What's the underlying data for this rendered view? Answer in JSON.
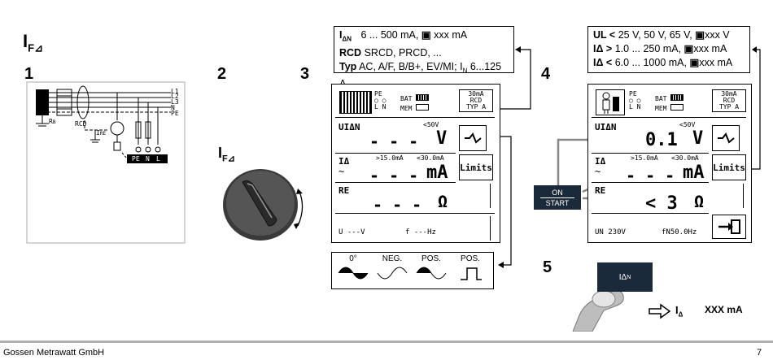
{
  "title_symbol": "I",
  "title_subscript": "F⊿",
  "steps": [
    "1",
    "2",
    "3",
    "4",
    "5"
  ],
  "circuit": {
    "labels": [
      "L1",
      "L2",
      "L3",
      "N",
      "PE"
    ],
    "rb": "R",
    "rb_sub": "B",
    "rcd": "RCD",
    "ire": "I",
    "ire_sub": "RE",
    "terminals": [
      "PE",
      "N",
      "L"
    ]
  },
  "knob_label": "I",
  "knob_sub": "F⊿",
  "info_left": {
    "line1_sym": "I",
    "line1_sub": "ΔN",
    "line1_text": "6 ... 500 mA,",
    "line1_tail": "xxx mA",
    "line2_key": "RCD",
    "line2_text": "SRCD, PRCD, ...",
    "line3_key": "Typ",
    "line3_text": "AC, A/F, B/B+, EV/MI; I",
    "line3_sub": "N",
    "line3_tail": "6...125 A"
  },
  "info_right": {
    "line1_key": "UL <",
    "line1_text": "25 V, 50 V, 65 V,",
    "line1_tail": "xxx V",
    "line2_key": "IΔ >",
    "line2_text": "1.0 ... 250 mA,",
    "line2_tail": "xxx mA",
    "line3_key": "IΔ <",
    "line3_text": "6.0 ... 1000 mA,",
    "line3_tail": "xxx mA"
  },
  "lcd_left": {
    "pe": "PE",
    "ln": "L N",
    "bat": "BAT",
    "mem": "MEM",
    "typ1": "30mA",
    "typ2": "RCD",
    "typ3": "TYP A",
    "u_label": "UIΔN",
    "u_limit": "<50V",
    "u_value": "- - -",
    "u_unit": "V",
    "i_label": "IΔ",
    "i_wave": "~",
    "i_min": ">15.0mA",
    "i_max": "<30.0mA",
    "i_value": "- - -",
    "i_unit": "mA",
    "re_label": "RE",
    "re_value": "- - -",
    "re_unit": "Ω",
    "bottom_u": "U   ---V",
    "bottom_f": "f   ---Hz",
    "limits": "Limits"
  },
  "wave_box": {
    "w1": "0°",
    "w2": "NEG.",
    "w3": "POS.",
    "w4": "POS."
  },
  "lcd_right": {
    "pe": "PE",
    "ln": "L N",
    "bat": "BAT",
    "mem": "MEM",
    "typ1": "30mA",
    "typ2": "RCD",
    "typ3": "TYP A",
    "u_label": "UIΔN",
    "u_limit": "<50V",
    "u_value": "0.1",
    "u_unit": "V",
    "i_label": "IΔ",
    "i_wave": "~",
    "i_min": ">15.0mA",
    "i_max": "<30.0mA",
    "i_value": "- - -",
    "i_unit": "mA",
    "re_label": "RE",
    "re_value": "< 3",
    "re_unit": "Ω",
    "bottom_u": "UN 230V",
    "bottom_f": "fN50.0Hz",
    "limits": "Limits"
  },
  "start_button": {
    "top": "ON",
    "bottom": "START"
  },
  "idn_button": {
    "sym": "IΔ",
    "sub": "N"
  },
  "result": {
    "sym": "I",
    "sub": "Δ",
    "value": "XXX mA"
  },
  "footer": {
    "company": "Gossen Metrawatt GmbH",
    "page": "7"
  }
}
